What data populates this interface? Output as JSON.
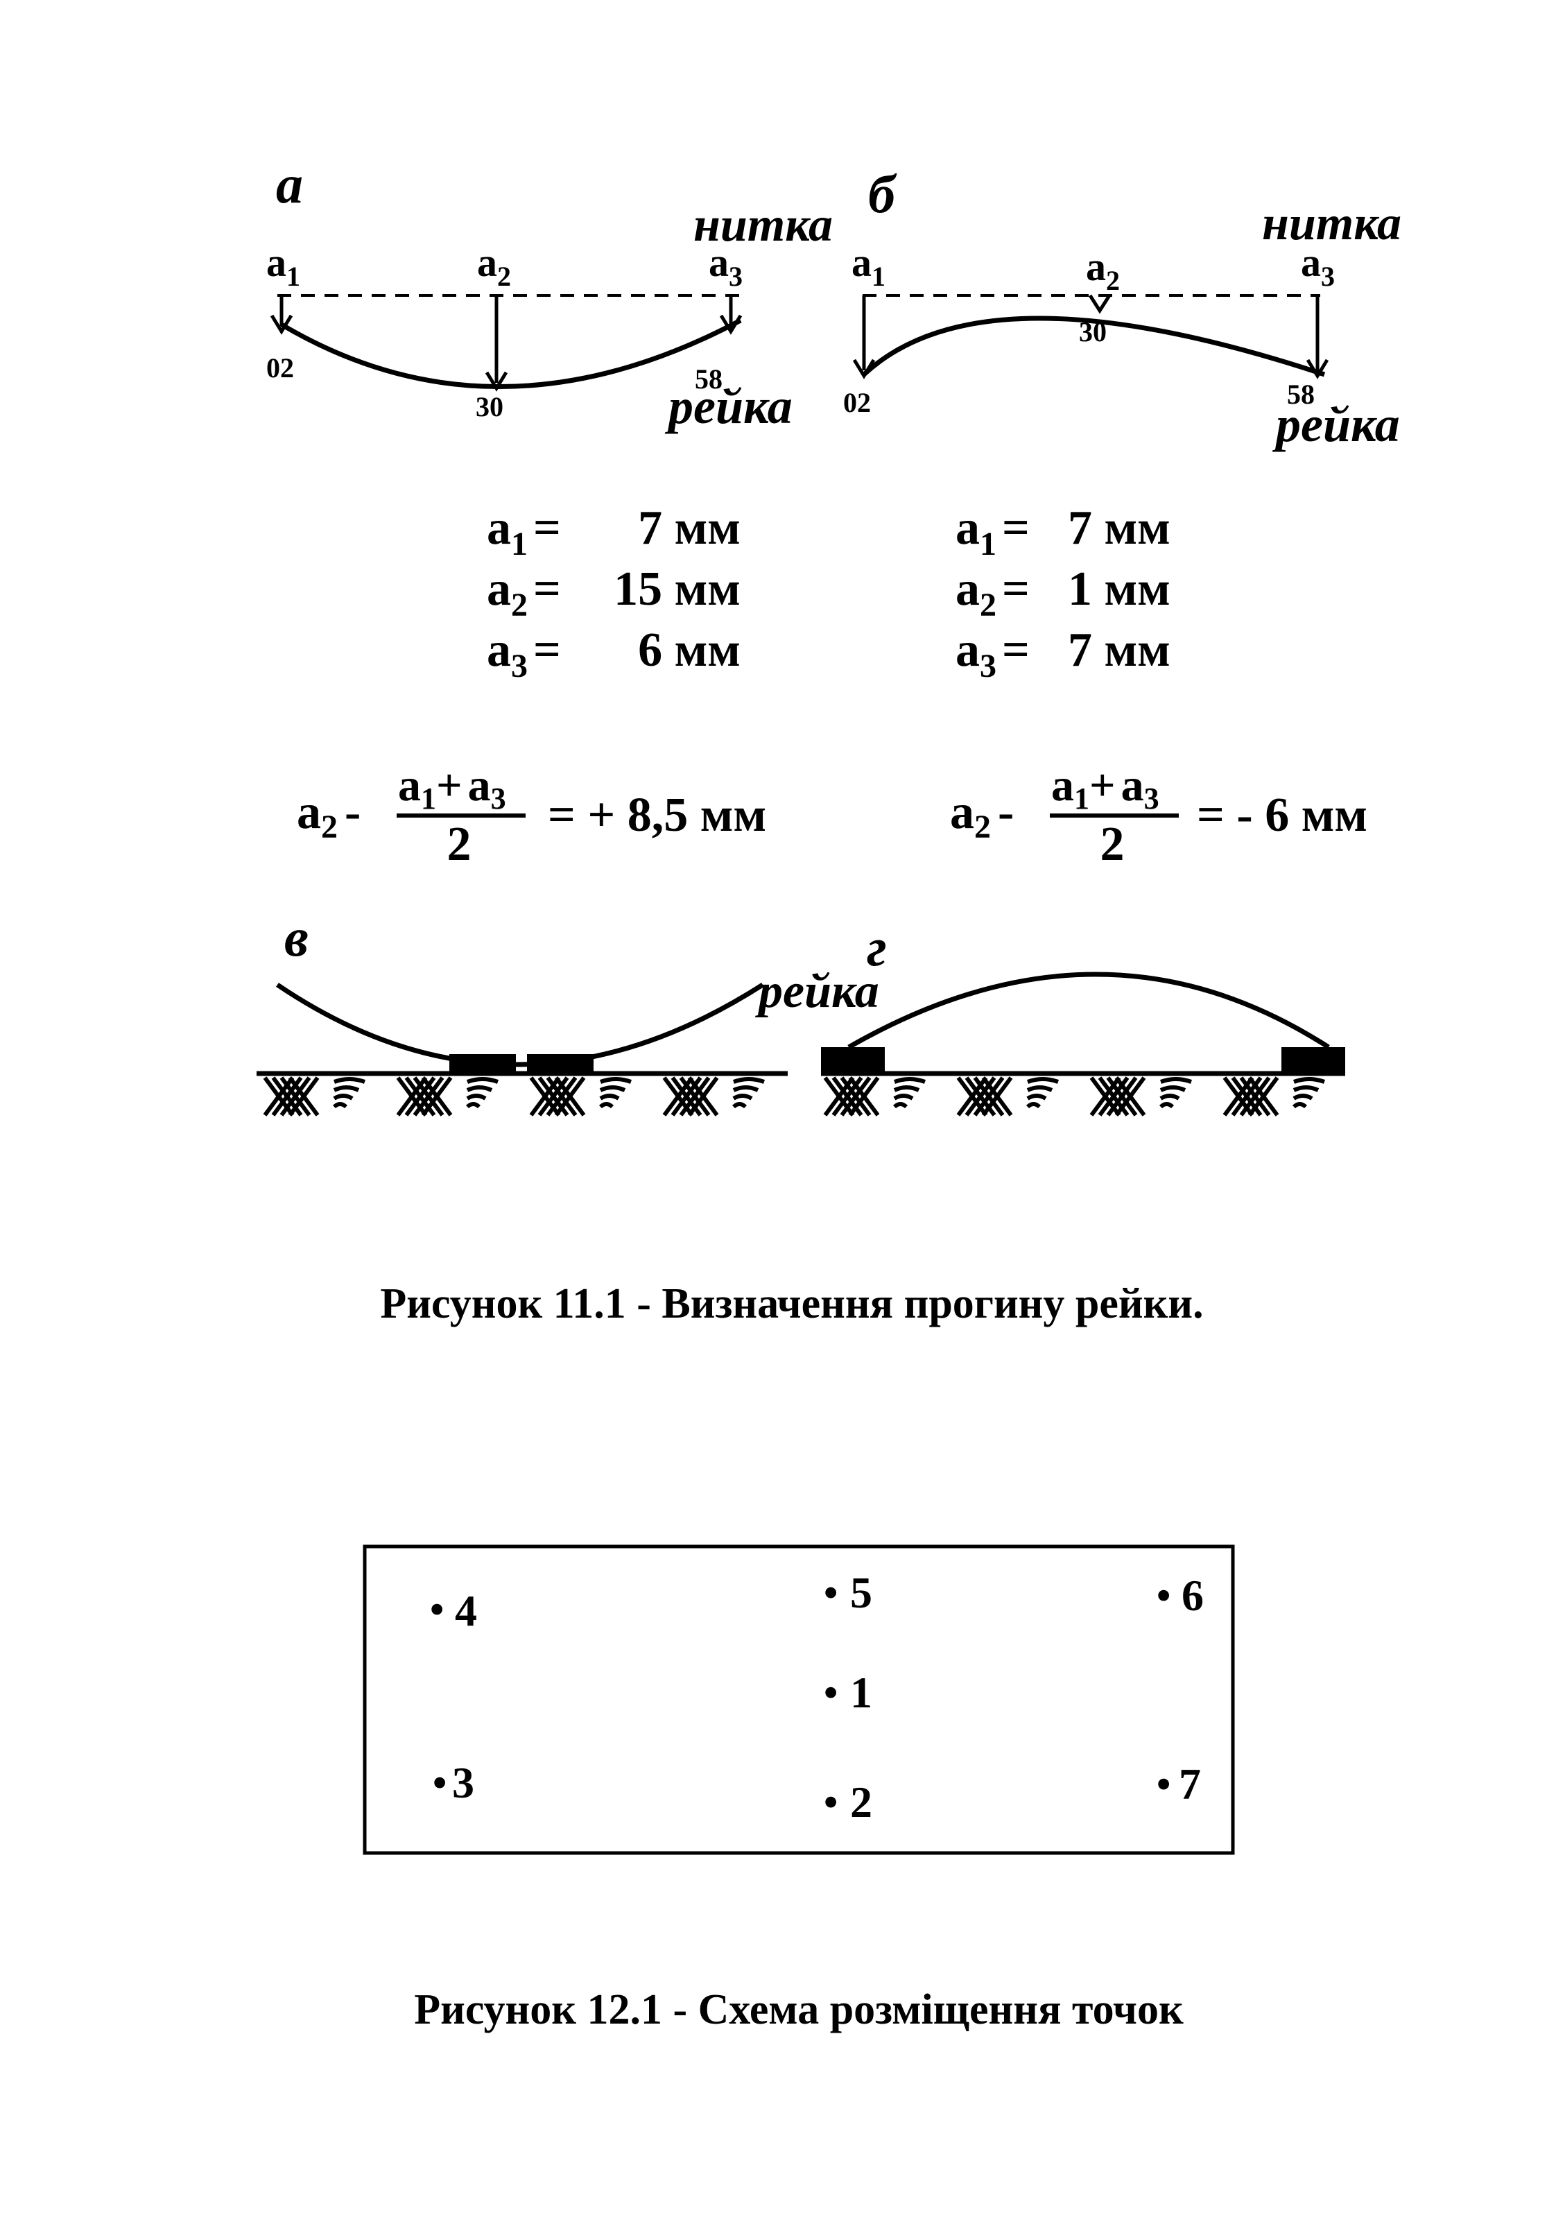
{
  "figure1": {
    "panel_a": {
      "letter": "а",
      "thread_label": "нитка",
      "rail_label": "рейка",
      "point_labels": [
        "a",
        "a",
        "a"
      ],
      "point_subs": [
        "1",
        "2",
        "3"
      ],
      "readings": [
        "02",
        "30",
        "58"
      ]
    },
    "panel_b": {
      "letter": "б",
      "thread_label": "нитка",
      "rail_label": "рейка",
      "point_labels": [
        "a",
        "a",
        "a"
      ],
      "point_subs": [
        "1",
        "2",
        "3"
      ],
      "readings": [
        "02",
        "30",
        "58"
      ]
    },
    "values_a": [
      {
        "name": "a",
        "sub": "1",
        "eq": "=",
        "value": "7 мм"
      },
      {
        "name": "a",
        "sub": "2",
        "eq": "=",
        "value": "15 мм"
      },
      {
        "name": "a",
        "sub": "3",
        "eq": "=",
        "value": "6 мм"
      }
    ],
    "values_b": [
      {
        "name": "a",
        "sub": "1",
        "eq": "=",
        "value": "7 мм"
      },
      {
        "name": "a",
        "sub": "2",
        "eq": "=",
        "value": "1 мм"
      },
      {
        "name": "a",
        "sub": "3",
        "eq": "=",
        "value": "7 мм"
      }
    ],
    "formula_a": {
      "lhs_name": "a",
      "lhs_sub": "2",
      "minus": "-",
      "num_a": "a",
      "num_sub1": "1",
      "plus": "+",
      "num_b": "a",
      "num_sub3": "3",
      "denominator": "2",
      "result": "= + 8,5 мм"
    },
    "formula_b": {
      "lhs_name": "a",
      "lhs_sub": "2",
      "minus": "-",
      "num_a": "a",
      "num_sub1": "1",
      "plus": "+",
      "num_b": "a",
      "num_sub3": "3",
      "denominator": "2",
      "result": "=  - 6  мм"
    },
    "panel_v": {
      "letter": "в"
    },
    "panel_g": {
      "letter": "г",
      "rail_label": "рейка"
    },
    "caption": "Рисунок   11.1 -  Визначення прогину рейки."
  },
  "figure2": {
    "points": [
      "4",
      "5",
      "6",
      "1",
      "3",
      "2",
      "7"
    ],
    "bullet": "•",
    "caption": "Рисунок 12.1 - Схема розміщення точок"
  }
}
